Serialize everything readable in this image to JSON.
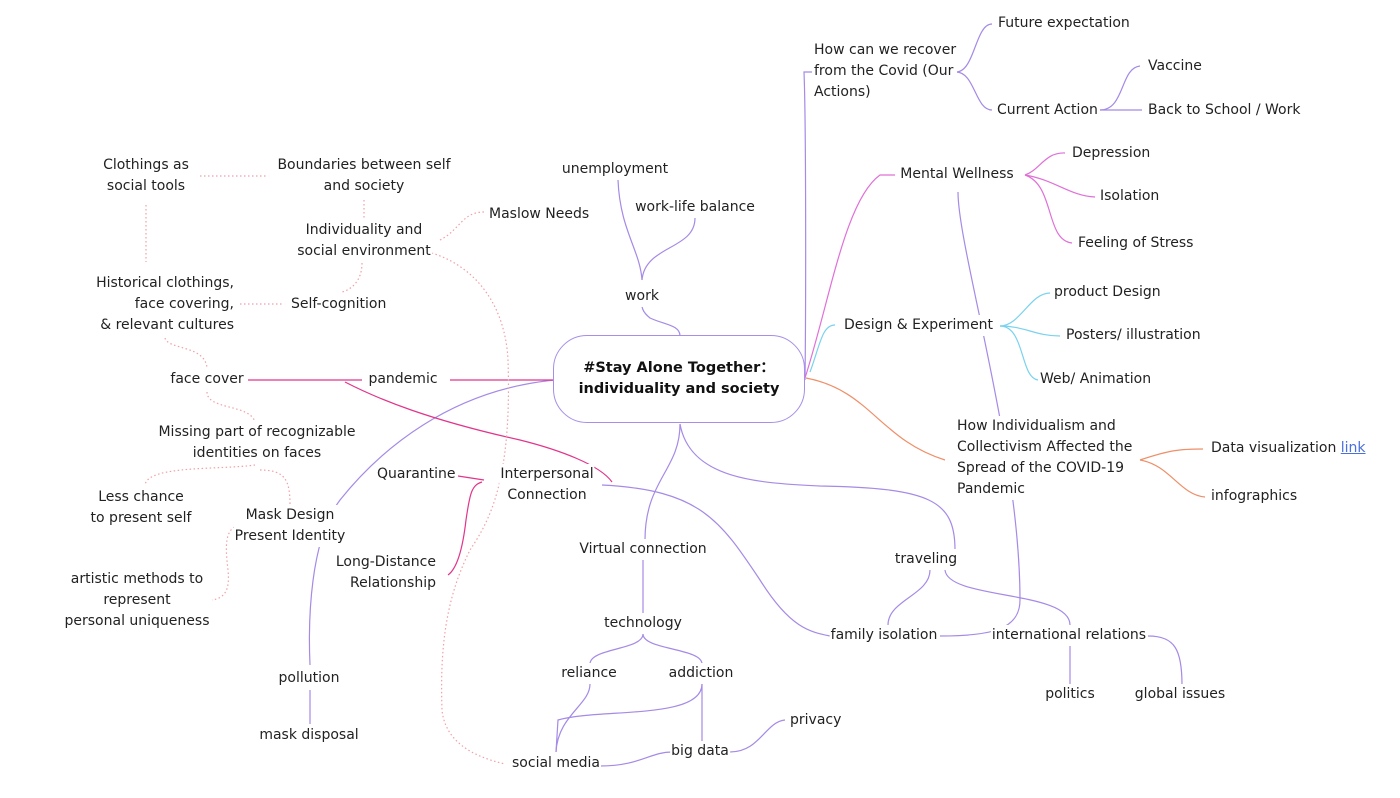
{
  "central_topic": "#Stay Alone Together：\nindividuality and society",
  "colors": {
    "purple": "#a58ae6",
    "pink": "#e2358a",
    "magenta": "#e070d8",
    "cyan": "#7ad2ee",
    "orange": "#ef8f6a",
    "salmon_dotted": "#f0a0a6"
  },
  "nodes": {
    "future_expectation": "Future expectation",
    "recover": "How can we recover\nfrom the Covid (Our\nActions)",
    "current_action": "Current Action",
    "vaccine": "Vaccine",
    "back_to_school": "Back to School / Work",
    "unemployment": "unemployment",
    "work_life": "work-life balance",
    "work": "work",
    "mental_wellness": "Mental Wellness",
    "depression": "Depression",
    "isolation": "Isolation",
    "stress": "Feeling of Stress",
    "clothings_tools": "Clothings as\nsocial tools",
    "boundaries": "Boundaries between self\nand society",
    "individuality_env": "Individuality and\nsocial environment",
    "maslow": "Maslow Needs",
    "historical": "Historical clothings,\nface covering,\n& relevant cultures",
    "self_cognition": "Self-cognition",
    "product_design": "product Design",
    "design_exp": "Design & Experiment",
    "posters": "Posters/ illustration",
    "web_anim": "Web/ Animation",
    "face_cover": "face cover",
    "pandemic": "pandemic",
    "individualism": "How Individualism and\nCollectivism Affected the\nSpread of the COVID-19\nPandemic",
    "data_vis": "Data visualization",
    "data_vis_link": "link",
    "infographics": "infographics",
    "missing_part": "Missing part of recognizable\nidentities on faces",
    "less_chance": "Less chance\nto present self",
    "mask_design": "Mask Design\nPresent Identity",
    "quarantine": "Quarantine",
    "interpersonal": "Interpersonal\nConnection",
    "long_distance": "Long-Distance\nRelationship",
    "virtual": "Virtual connection",
    "artistic": "artistic methods to\nrepresent\npersonal uniqueness",
    "traveling": "traveling",
    "technology": "technology",
    "family_isolation": "family isolation",
    "international": "international relations",
    "reliance": "reliance",
    "addiction": "addiction",
    "pollution": "pollution",
    "politics": "politics",
    "global_issues": "global issues",
    "privacy": "privacy",
    "mask_disposal": "mask disposal",
    "big_data": "big data",
    "social_media": "social media"
  }
}
